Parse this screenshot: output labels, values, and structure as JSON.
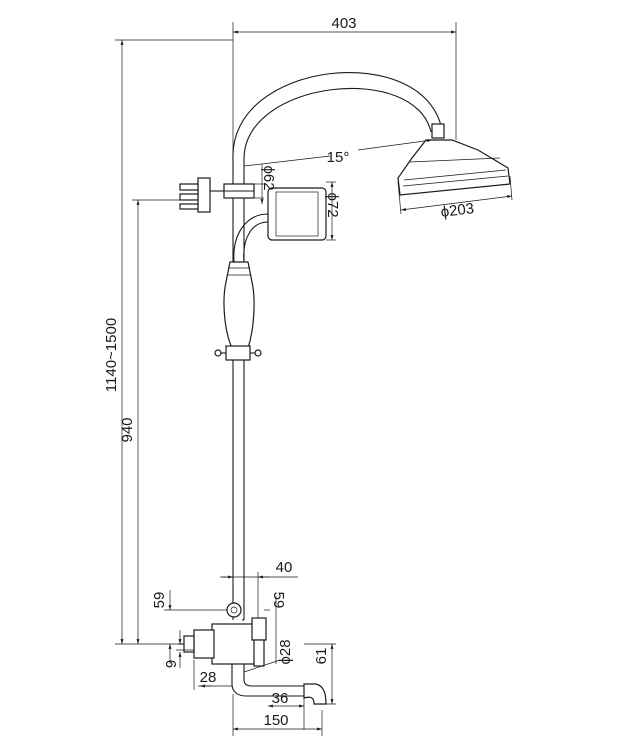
{
  "dimensions": {
    "arm_reach": "403",
    "tilt_angle": "15°",
    "head_diameter": "ϕ203",
    "holder_diameter": "ϕ62",
    "handshower_diameter": "ϕ72",
    "total_height": "1140~1500",
    "bar_height": "940",
    "spout_offset": "40",
    "valve_height_left": "59",
    "valve_height_right": "59",
    "pipe_diameter": "ϕ28",
    "spout_drop": "61",
    "inlet_offset": "9",
    "inlet_width": "28",
    "spout_tip": "36",
    "spout_length": "150"
  }
}
